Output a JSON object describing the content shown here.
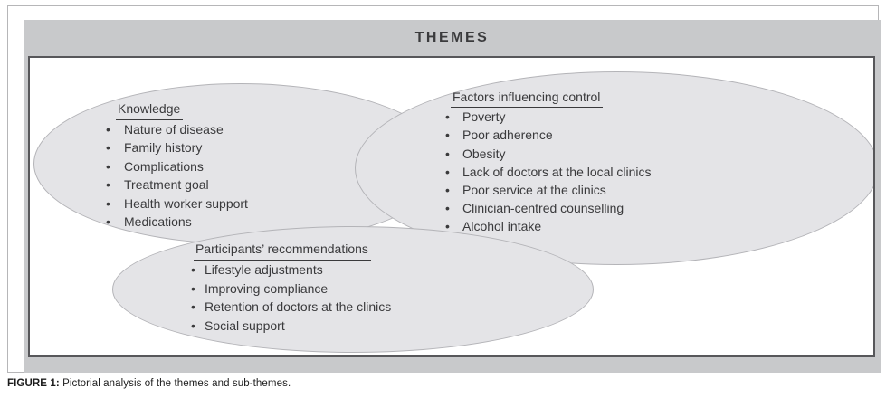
{
  "figure": {
    "title": "THEMES",
    "glyphs": {
      "bullet": "•"
    },
    "themes": [
      {
        "header": "Knowledge",
        "items": [
          "Nature of disease",
          "Family history",
          "Complications",
          "Treatment goal",
          "Health worker support",
          "Medications"
        ]
      },
      {
        "header": "Factors influencing control",
        "items": [
          "Poverty",
          "Poor adherence",
          "Obesity",
          "Lack of doctors at the local clinics",
          "Poor service at the clinics",
          "Clinician-centred counselling",
          "Alcohol intake"
        ]
      },
      {
        "header": "Participants’ recommendations",
        "items": [
          "Lifestyle adjustments",
          "Improving compliance",
          "Retention of doctors at the clinics",
          "Social support"
        ]
      }
    ],
    "caption": {
      "label": "FIGURE 1:",
      "text": "Pictorial analysis of the themes and sub-themes."
    },
    "colors": {
      "panel_gray": "#c8c9cb",
      "ellipse_fill": "#e4e4e7",
      "ellipse_stroke": "#b4b4b8",
      "inner_border": "#57575a",
      "outer_border": "#b6b6b8",
      "text": "#3a3a3c"
    }
  }
}
